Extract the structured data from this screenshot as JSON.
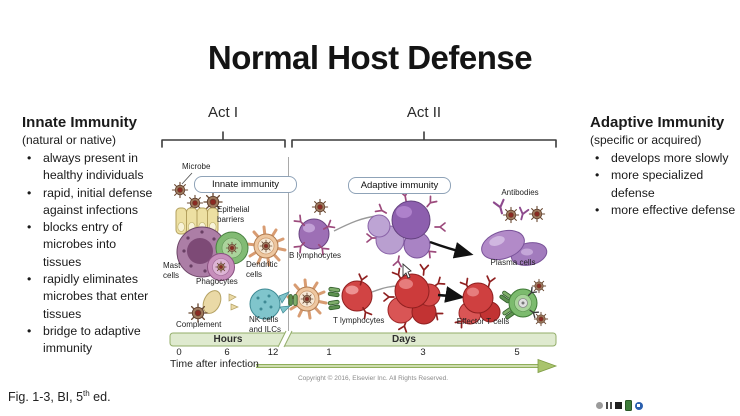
{
  "slide": {
    "title": "Normal Host Defense"
  },
  "acts": {
    "act1_label": "Act I",
    "act2_label": "Act II"
  },
  "innate_panel": {
    "heading": "Innate Immunity",
    "subheading": "(natural or native)",
    "bullets": [
      "always present in healthy individuals",
      "rapid, initial defense against infections",
      "blocks entry of microbes into tissues",
      "rapidly eliminates microbes that enter tissues",
      "bridge to adaptive immunity"
    ]
  },
  "adaptive_panel": {
    "heading": "Adaptive Immunity",
    "subheading": "(specific or acquired)",
    "bullets": [
      "develops more slowly",
      "more specialized defense",
      "more effective defense"
    ]
  },
  "diagram": {
    "innate_box_label": "Innate immunity",
    "adaptive_box_label": "Adaptive immunity",
    "labels": {
      "microbe": "Microbe",
      "epithelial_barriers": "Epithelial barriers",
      "mast_cells": "Mast cells",
      "phagocytes": "Phagocytes",
      "dendritic_cells": "Dendritic cells",
      "complement": "Complement",
      "nk_cells": "NK cells and ILCs",
      "b_lymphocytes": "B lymphocytes",
      "t_lymphocytes": "T lymphocytes",
      "antibodies": "Antibodies",
      "plasma_cells": "Plasma cells",
      "effector_t_cells": "Effector T cells"
    },
    "timeline": {
      "hours_label": "Hours",
      "days_label": "Days",
      "hours_ticks": [
        "0",
        "6",
        "12"
      ],
      "days_ticks": [
        "1",
        "3",
        "5"
      ],
      "axis_label": "Time after infection"
    },
    "copyright": "Copyright © 2016, Elsevier Inc. All Rights Reserved."
  },
  "footer": {
    "figure_ref_prefix": "Fig. 1-3, BI, 5",
    "figure_ref_sup": "th",
    "figure_ref_suffix": " ed."
  },
  "colors": {
    "timeline_fill": "#dfeacf",
    "timeline_border": "#93ad6a",
    "time_arrow_green": "#8fae5a",
    "label_box_border": "#8fa3b8"
  }
}
